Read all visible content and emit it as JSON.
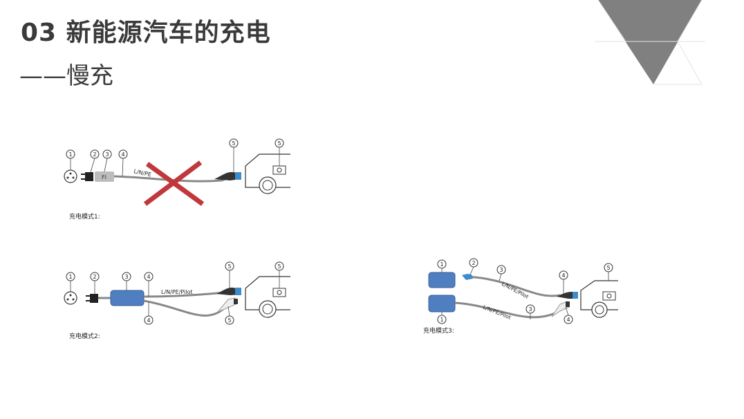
{
  "header": {
    "title": "03 新能源汽车的充电",
    "subtitle": "——慢充"
  },
  "colors": {
    "box_blue": "#4f7fc0",
    "cross_red": "#c0383c",
    "deco_gray": "#808080"
  },
  "modes": [
    {
      "caption": "充电模式1:",
      "wire_label": "L/N/PE",
      "fi_label": "FI",
      "markers": [
        "1",
        "2",
        "3",
        "4",
        "5",
        "5"
      ]
    },
    {
      "caption": "充电模式2:",
      "wire_label": "L/N/PE/Pilot",
      "markers": [
        "1",
        "2",
        "3",
        "4",
        "4",
        "5",
        "5",
        "5"
      ]
    },
    {
      "caption": "充电模式3:",
      "wire_label_top": "L/N/PE/Pilot",
      "wire_label_bottom": "L/N/PE/Pilot",
      "markers": [
        "1",
        "2",
        "3",
        "4",
        "5",
        "1",
        "3",
        "4"
      ]
    }
  ]
}
